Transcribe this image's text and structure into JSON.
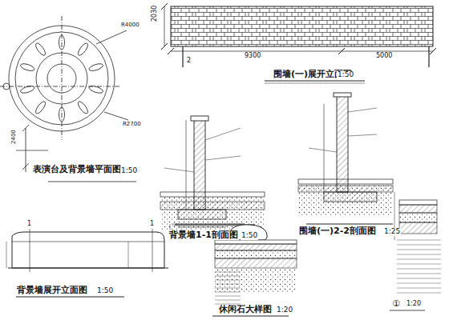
{
  "diagram": {
    "labels": [
      "表演台及背景墙平面图",
      "1:50",
      "围墙(一)展开立面图",
      "1:50",
      "2030",
      "9300",
      "5000",
      "2",
      "背景墙1-1剖面图",
      "1:50",
      "围墙(一)2-2剖面图",
      "1:25",
      "背景墙展开立面图",
      "1:50",
      "休闲石大样图",
      "1:20",
      "1",
      "1",
      "①",
      "1:20",
      "2400",
      "R4000",
      "R2700"
    ]
  }
}
